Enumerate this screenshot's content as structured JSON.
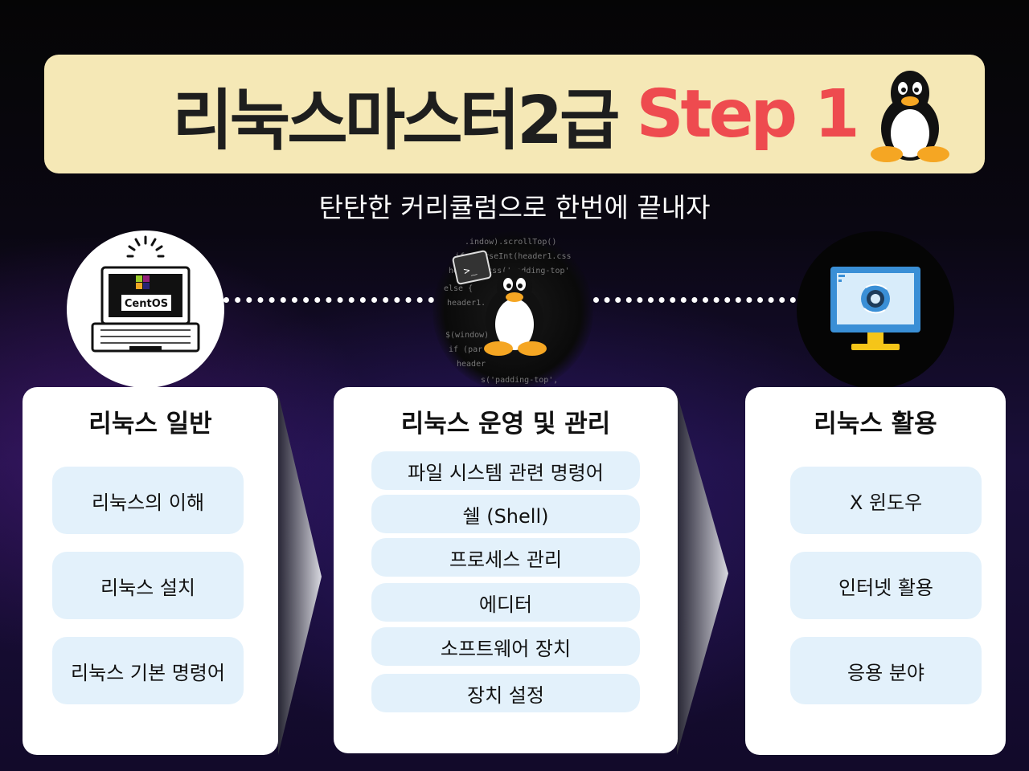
{
  "banner": {
    "title_main": "리눅스마스터2급",
    "title_step": "Step 1",
    "accent_color": "#ee4b4f",
    "background_color": "#f5e8b6"
  },
  "subtitle": "탄탄한 커리큘럼으로 한번에 끝내자",
  "icons": {
    "left": "centos-laptop-icon",
    "center": "tux-code-icon",
    "right": "monitor-globe-icon",
    "left_laptop_label": "CentOS"
  },
  "cards": [
    {
      "title": "리눅스 일반",
      "items": [
        "리눅스의 이해",
        "리눅스 설치",
        "리눅스 기본 명령어"
      ]
    },
    {
      "title": "리눅스 운영 및 관리",
      "items": [
        "파일 시스템 관련 명령어",
        "쉘 (Shell)",
        "프로세스 관리",
        "에디터",
        "소프트웨어 장치",
        "장치 설정"
      ]
    },
    {
      "title": "리눅스 활용",
      "items": [
        "X 윈도우",
        "인터넷 활용",
        "응용 분야"
      ]
    }
  ]
}
